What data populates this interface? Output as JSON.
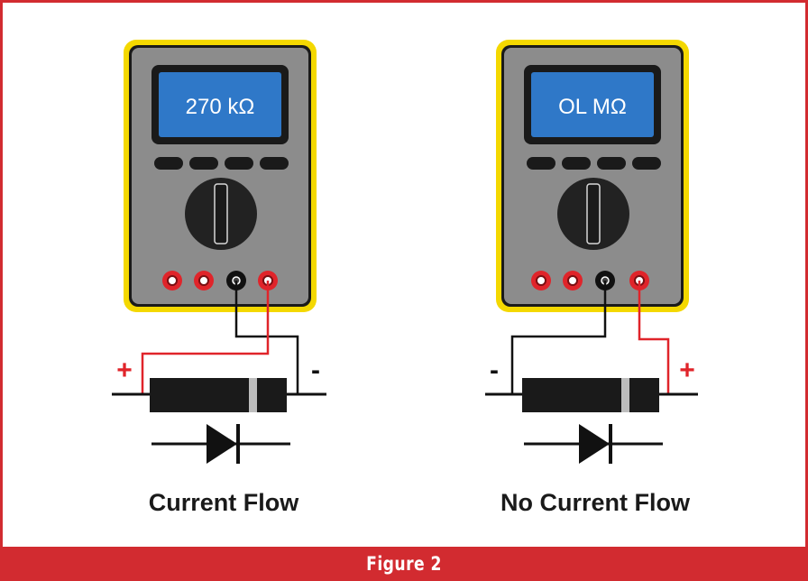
{
  "figure": {
    "caption": "Figure 2",
    "colors": {
      "frame_red": "#d22b30",
      "meter_yellow": "#f4d800",
      "meter_gray": "#8c8c8c",
      "lcd_blue": "#2f78c8",
      "lead_red": "#e0242a",
      "lead_black": "#111111"
    }
  },
  "meters": [
    {
      "display": "270 kΩ",
      "caption": "Current Flow",
      "left_sign": "+",
      "right_sign": "-"
    },
    {
      "display": "OL MΩ",
      "caption": "No Current Flow",
      "left_sign": "-",
      "right_sign": "+"
    }
  ]
}
